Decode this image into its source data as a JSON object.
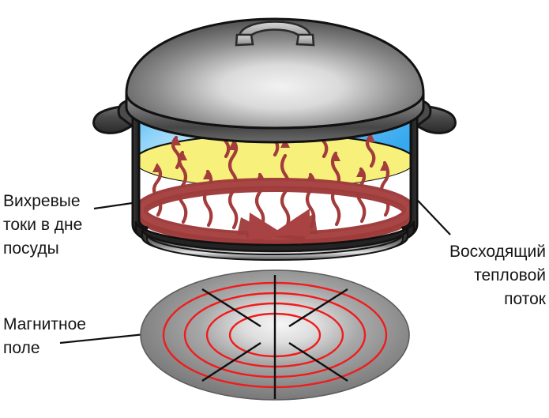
{
  "diagram": {
    "title_text": "",
    "type": "induction-cooktop-illustration",
    "labels": [
      {
        "id": "eddy",
        "name": "eddy-currents-label",
        "text": "Вихревые\nтоки в дне\nпосуды",
        "align": "left"
      },
      {
        "id": "heat",
        "name": "rising-heat-flow-label",
        "text": "Восходящий\nтепловой\nпоток",
        "align": "right"
      },
      {
        "id": "magnetic",
        "name": "magnetic-field-label",
        "text": "Магнитное\nполе",
        "align": "left"
      }
    ],
    "parts": [
      {
        "name": "pot-lid",
        "label": "Крышка кастрюли"
      },
      {
        "name": "pot-lid-handle",
        "label": "Ручка крышки"
      },
      {
        "name": "pot-body",
        "label": "Корпус кастрюли"
      },
      {
        "name": "pot-handle-left",
        "label": "Левая ручка"
      },
      {
        "name": "pot-handle-right",
        "label": "Правая ручка"
      },
      {
        "name": "water-layer",
        "label": "Слой воды"
      },
      {
        "name": "hot-zone-ellipse",
        "label": "Нагретая зона"
      },
      {
        "name": "eddy-current-ring",
        "label": "Кольцо вихревых токов"
      },
      {
        "name": "heat-wave-arrow",
        "label": "Волнистая стрелка теплового потока"
      },
      {
        "name": "induction-hob",
        "label": "Индукционная конфорка"
      },
      {
        "name": "magnetic-field-ring",
        "label": "Кольцо магнитного поля"
      },
      {
        "name": "hob-radial-line",
        "label": "Радиальная линия конфорки"
      },
      {
        "name": "leader-line",
        "label": "Выносная линия"
      }
    ],
    "colors": {
      "metal_dark": "#3a3a3a",
      "metal_mid": "#7d7d7d",
      "metal_light": "#e9e9e9",
      "outline": "#1a1a1a",
      "water_blue": "#55b9f3",
      "water_blue_light": "#bfe6fb",
      "hot_yellow": "#f7f07a",
      "eddy_red": "#9e3b3b",
      "eddy_red_light": "#b85252",
      "wave_red": "#a33c3c",
      "field_red": "#f01c1c",
      "hob_gray_light": "#e6e6e6",
      "hob_gray_dark": "#6e6e6e",
      "text": "#151515"
    },
    "counts": {
      "heat_wave_arrows": 15,
      "magnetic_field_rings": 4,
      "hob_radial_lines": 6,
      "eddy_arrowheads": 2
    }
  }
}
